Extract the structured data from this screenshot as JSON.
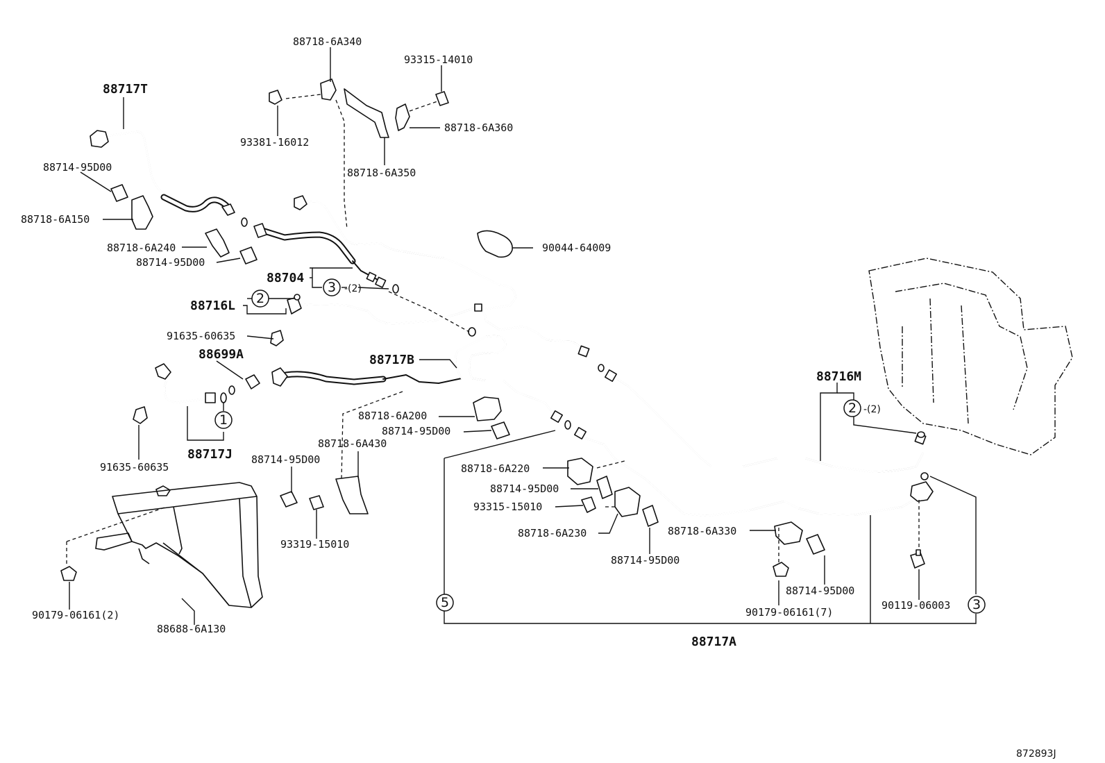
{
  "diagram_ref": "872893J",
  "assemblies": {
    "a88717T": "88717T",
    "a88704": "88704",
    "a88716L": "88716L",
    "a88699A": "88699A",
    "a88717B": "88717B",
    "a88716M": "88716M",
    "a88717J": "88717J",
    "a88717A": "88717A"
  },
  "parts": {
    "p887186A340": "88718-6A340",
    "p9331514010": "93315-14010",
    "p9338116012": "93381-16012",
    "p887186A360": "88718-6A360",
    "p887186A350": "88718-6A350",
    "p8871495D00_a": "88714-95D00",
    "p887186A150": "88718-6A150",
    "p887186A240": "88718-6A240",
    "p8871495D00_b": "88714-95D00",
    "p9004464009": "90044-64009",
    "p9163560635_a": "91635-60635",
    "p887186A200": "88718-6A200",
    "p8871495D00_c": "88714-95D00",
    "p887186A430": "88718-6A430",
    "p8871495D00_d": "88714-95D00",
    "p9163560635_b": "91635-60635",
    "p887186A220": "88718-6A220",
    "p8871495D00_e": "88714-95D00",
    "p9331515010": "93315-15010",
    "p887186A230": "88718-6A230",
    "p887186A330": "88718-6A330",
    "p9331915010": "93319-15010",
    "p8871495D00_f": "88714-95D00",
    "p8871495D00_g": "88714-95D00",
    "p9017906161_2": "90179-06161(2)",
    "p886886A130": "88688-6A130",
    "p9017906161_7": "90179-06161(7)",
    "p9011906003": "90119-06003"
  },
  "callouts": {
    "c1": "1",
    "c2_l": "2",
    "c2_m": "2",
    "c3_top": "3",
    "c3_right": "3",
    "c5": "5",
    "q2_top": "-(2)",
    "q2_m": "-(2)"
  }
}
